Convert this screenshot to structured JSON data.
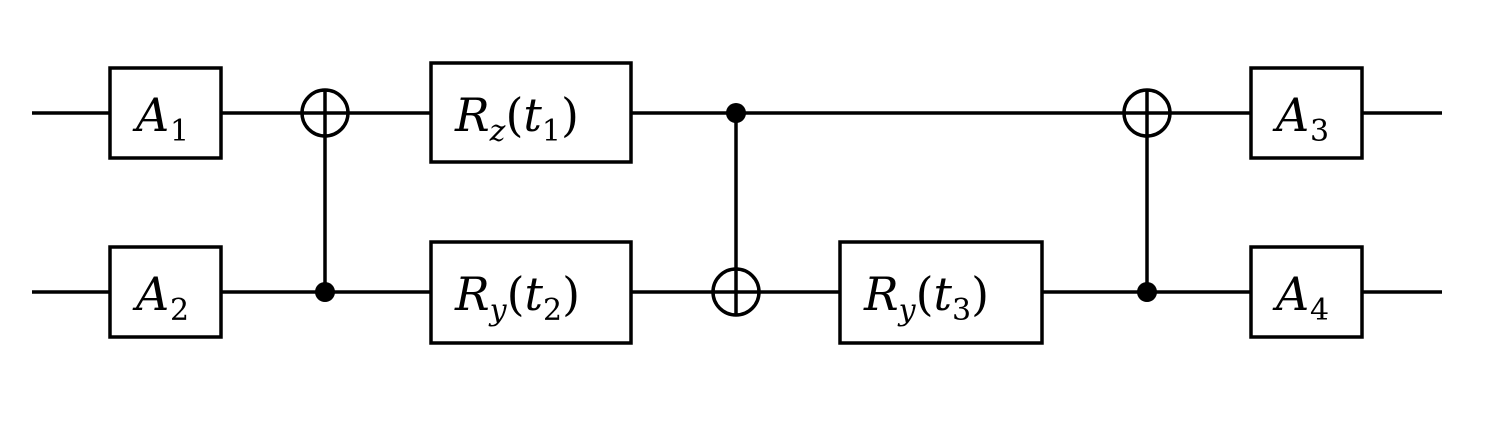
{
  "circuit": {
    "gates": [
      {
        "id": "a1",
        "base": "A",
        "sub": "1"
      },
      {
        "id": "a2",
        "base": "A",
        "sub": "2"
      },
      {
        "id": "rz1",
        "base": "R",
        "sub": "z",
        "arg": "t",
        "arg_sub": "1"
      },
      {
        "id": "ry2",
        "base": "R",
        "sub": "y",
        "arg": "t",
        "arg_sub": "2"
      },
      {
        "id": "ry3",
        "base": "R",
        "sub": "y",
        "arg": "t",
        "arg_sub": "3"
      },
      {
        "id": "a3",
        "base": "A",
        "sub": "3"
      },
      {
        "id": "a4",
        "base": "A",
        "sub": "4"
      }
    ],
    "cnots": [
      {
        "control": "bottom",
        "target": "top"
      },
      {
        "control": "top",
        "target": "bottom"
      },
      {
        "control": "bottom",
        "target": "top"
      }
    ]
  }
}
